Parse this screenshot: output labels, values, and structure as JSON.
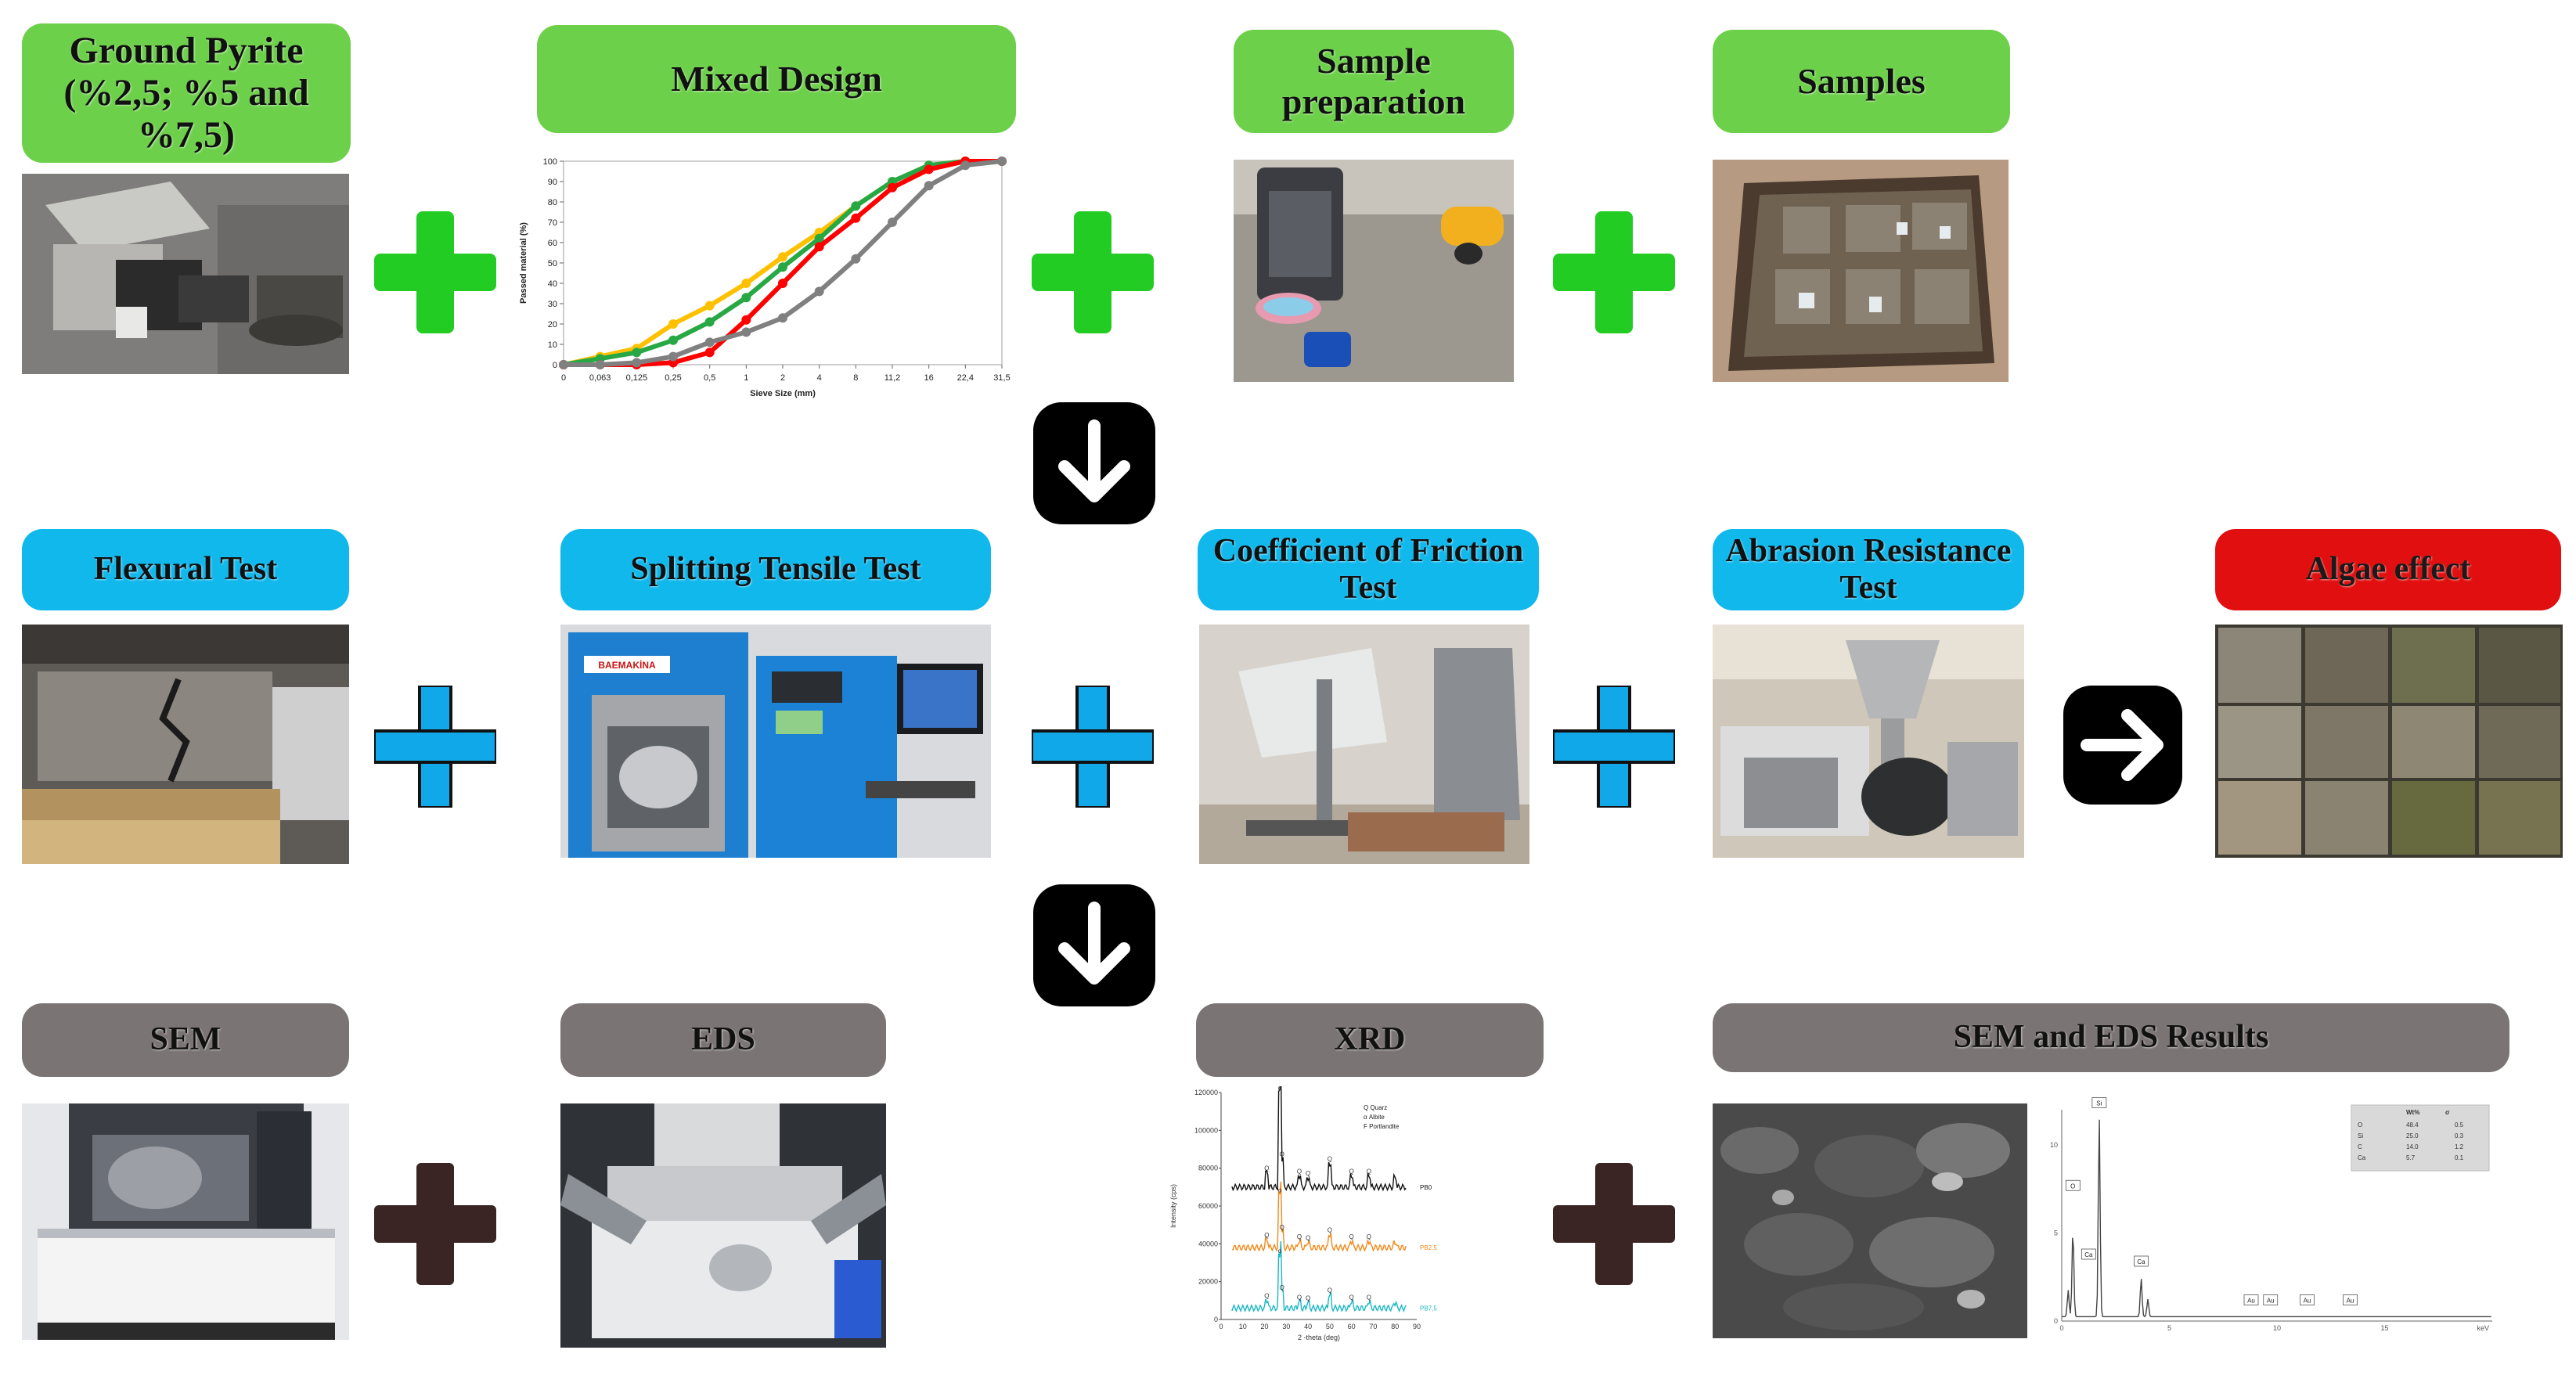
{
  "row1": {
    "labels": [
      "Ground Pyrite (%2,5; %5 and %7,5)",
      "Mixed Design",
      "Sample preparation",
      "Samples"
    ],
    "photos": [
      "pyrite-grinder-photo",
      "sample-preparation-photo",
      "pavement-samples-photo"
    ]
  },
  "row2": {
    "labels": [
      "Flexural Test",
      "Splitting Tensile Test",
      "Coefficient of Friction Test",
      "Abrasion Resistance Test",
      "Algae effect"
    ],
    "machine_brand": "BAEMAKİNA"
  },
  "row3": {
    "labels": [
      "SEM",
      "EDS",
      "XRD",
      "SEM and EDS Results"
    ]
  },
  "symbols": {
    "row1_plus_color": "#22cc22",
    "row2_plus_color": "#10a8e8",
    "row3_plus_color": "#3a2424",
    "arrow_icons": [
      "arrow-down-icon",
      "arrow-down-icon",
      "arrow-right-icon"
    ]
  },
  "chart_data": [
    {
      "type": "line",
      "title": "",
      "xlabel": "Sieve Size (mm)",
      "ylabel": "Passed material (%)",
      "categories": [
        "0",
        "0,063",
        "0,125",
        "0,25",
        "0,5",
        "1",
        "2",
        "4",
        "8",
        "11,2",
        "16",
        "22,4",
        "31,5"
      ],
      "ylim": [
        0,
        100
      ],
      "yticks": [
        "0",
        "10",
        "20",
        "30",
        "40",
        "50",
        "60",
        "70",
        "80",
        "90",
        "100"
      ],
      "colors": [
        "#ffc000",
        "#27a844",
        "#ff0000",
        "#808080"
      ],
      "series": [
        {
          "values": [
            0,
            4,
            8,
            20,
            29,
            40,
            53,
            65,
            78,
            90,
            98,
            100,
            100
          ]
        },
        {
          "values": [
            0,
            3,
            6,
            12,
            21,
            33,
            48,
            62,
            78,
            90,
            98,
            100,
            100
          ]
        },
        {
          "values": [
            0,
            0,
            0,
            1,
            6,
            22,
            40,
            58,
            72,
            87,
            96,
            100,
            100
          ]
        },
        {
          "values": [
            0,
            0,
            1,
            4,
            11,
            16,
            23,
            36,
            52,
            70,
            88,
            98,
            100
          ]
        }
      ],
      "grid": false,
      "legend": "none"
    },
    {
      "type": "line",
      "xlabel": "2 -theta (deg)",
      "ylabel": "Intensity (cps)",
      "xlim": [
        0,
        90
      ],
      "xticks": [
        "0",
        "10",
        "20",
        "30",
        "40",
        "50",
        "60",
        "70",
        "80",
        "90"
      ],
      "yticks": [
        "0",
        "20000",
        "40000",
        "60000",
        "80000",
        "100000",
        "120000"
      ],
      "legend_entries": [
        "Q  Quarz",
        "α  Albite",
        "F  Portlandite"
      ],
      "series": [
        {
          "name": "PB0",
          "color": "#111111"
        },
        {
          "name": "PB2,5",
          "color": "#f08a1c"
        },
        {
          "name": "PB7,5",
          "color": "#1ab8c4"
        }
      ],
      "peak_labels": [
        "Q",
        "α",
        "Q",
        "Q",
        "Q",
        "Q",
        "Q",
        "Q"
      ]
    },
    {
      "type": "line",
      "xlabel": "keV",
      "xticks": [
        "0",
        "5",
        "10",
        "15"
      ],
      "yticks": [
        "0",
        "5",
        "10"
      ],
      "peak_labels": [
        "O",
        "Si",
        "Ca",
        "Ca",
        "Au",
        "Au",
        "Au",
        "Au"
      ],
      "table": {
        "headers": [
          "Wt%",
          "σ"
        ],
        "rows": [
          [
            "O",
            "48.4",
            "0.5"
          ],
          [
            "Si",
            "25.0",
            "0.3"
          ],
          [
            "C",
            "14.0",
            "1.2"
          ],
          [
            "Ca",
            "5.7",
            "0.1"
          ]
        ]
      }
    }
  ]
}
